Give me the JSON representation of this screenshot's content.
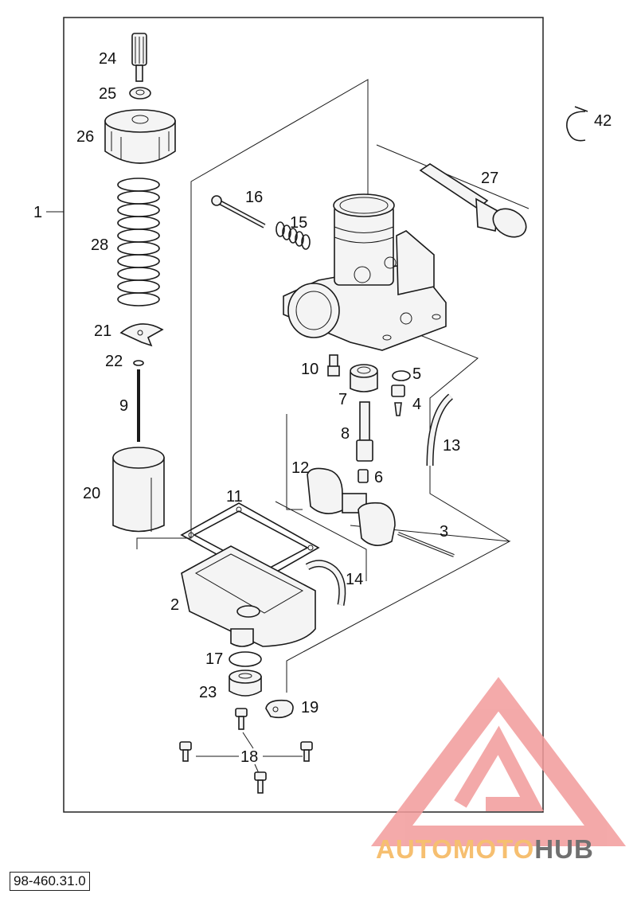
{
  "diagram": {
    "reference_code": "98-460.31.0",
    "part_labels": {
      "p1": "1",
      "p2": "2",
      "p3": "3",
      "p4": "4",
      "p5": "5",
      "p6": "6",
      "p7": "7",
      "p8": "8",
      "p9": "9",
      "p10": "10",
      "p11": "11",
      "p12": "12",
      "p13": "13",
      "p14": "14",
      "p15": "15",
      "p16": "16",
      "p17": "17",
      "p18": "18",
      "p19": "19",
      "p20": "20",
      "p21": "21",
      "p22": "22",
      "p23": "23",
      "p24": "24",
      "p25": "25",
      "p26": "26",
      "p27": "27",
      "p28": "28",
      "p42": "42"
    }
  },
  "watermark": {
    "logo": "automotohub-logo",
    "text_part1": "AUTOMOTO",
    "text_part2": "HUB",
    "colors": {
      "triangle": "#f29b9b",
      "text_primary": "#f6bf70",
      "text_secondary": "#707070"
    }
  }
}
